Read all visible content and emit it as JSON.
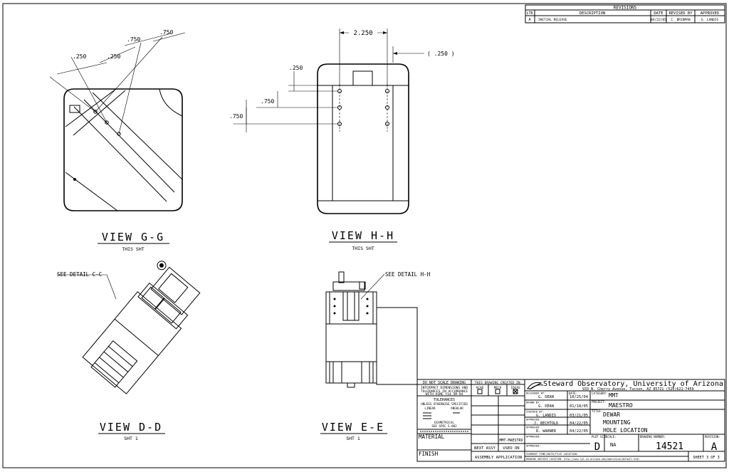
{
  "revisions": {
    "title": "REVISIONS",
    "headers": [
      "LTR",
      "DESCRIPTION",
      "DATE",
      "REVISED BY",
      "APPROVED"
    ],
    "rows": [
      [
        "A",
        "INITIAL RELEASE",
        "04/22/05",
        "C. BRIDMAN",
        "G. LANDIS"
      ]
    ]
  },
  "views": {
    "gg": {
      "title": "VIEW G-G",
      "sub": "THIS SHT",
      "dims": [
        ".250",
        ".250",
        ".750",
        ".750"
      ]
    },
    "hh": {
      "title": "VIEW H-H",
      "sub": "THIS SHT",
      "dims": [
        "2.250",
        "( .250 )",
        ".250",
        ".750",
        ".750"
      ]
    },
    "dd": {
      "title": "VIEW D-D",
      "sub": "SHT 1",
      "note": "SEE DETAIL C-C"
    },
    "ee": {
      "title": "VIEW E-E",
      "sub": "SHT 1",
      "note": "SEE DETAIL H-H"
    }
  },
  "title_block": {
    "notes": {
      "no_scale": "DO NOT SCALE DRAWING",
      "interpret": [
        "INTERPRET DIMENSIONS AND",
        "TOLERANCES IN ACCORDANCE",
        "WITH ASME Y14.5M-94"
      ],
      "tolerances": "TOLERANCES",
      "unless": "UNLESS OTHERWISE SPECIFIED",
      "linear": "LINEAR",
      "angular": "ANGULAR",
      "diametral": "DIAMETRICAL",
      "see_spec": "SEE SPEC S-002",
      "material": "MATERIAL",
      "finish": "FINISH"
    },
    "created_in": "THIS DRAWING CREATED IN:",
    "software": [
      "ACAD",
      "MECH",
      "IDEAS"
    ],
    "next_assy": "NEXT ASSY",
    "used_on": "USED ON",
    "part_ref": "MMT-MAESTRO",
    "assembly": "ASSEMBLY APPLICATION",
    "org": "Steward Observatory, University of Arizona",
    "address": "933 N. Cherry Avenue, Tucson, AZ  85721     (520)621-7459",
    "signoffs": [
      {
        "role": "DESIGNED BY:",
        "name": "G. DEAN",
        "date": "10/25/04"
      },
      {
        "role": "DRAWN BY:",
        "name": "G. DEAN",
        "date": "01/18/05"
      },
      {
        "role": "CHECKED BY:",
        "name": "G. LANDIS",
        "date": "03/21/05"
      },
      {
        "role": "APPROVED:",
        "name": "J. BECHTOLD",
        "date": "04/22/05"
      },
      {
        "role": "APPROVED:",
        "name": "R. WARNER",
        "date": "04/22/05"
      },
      {
        "role": "APPROVED:",
        "name": "",
        "date": ""
      },
      {
        "role": "APPROVED:",
        "name": "",
        "date": ""
      }
    ],
    "date_label": "DATE:",
    "category_label": "CATEGORY:",
    "category": "MMT",
    "project_label": "PROJECT:",
    "project": "MAESTRO",
    "title_label": "TITLE:",
    "title": [
      "DEWAR",
      "MOUNTING",
      "HOLE LOCATION"
    ],
    "size_label": "PLOT SIZE",
    "size": "D",
    "scale_label": "SCALE:",
    "scale": "NA",
    "dwg_label": "DRAWING NUMBER:",
    "dwg_no": "14521",
    "rev_label": "REVISION:",
    "rev": "A",
    "sheet": "SHEET 3 OF 3",
    "footer1": "CURRENT TIME/DATE/FILE LOCATION:",
    "footer2": "DRAWING ARCHIVE LOCATION: http://www.lpl.uu.arizona.edu/mdarchive/default.html"
  }
}
